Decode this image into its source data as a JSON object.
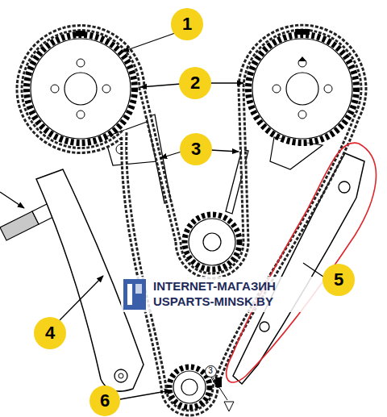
{
  "diagram": {
    "nodes": [
      {
        "text": [
          "1"
        ]
      },
      {
        "text": [
          "2"
        ]
      },
      {
        "text": [
          "3"
        ]
      },
      {
        "text": [
          "4"
        ]
      },
      {
        "text": [
          "5"
        ]
      },
      {
        "text": [
          "6"
        ]
      },
      {
        "text": [
          "3"
        ]
      }
    ],
    "labels": [
      "INTERNET-МАГАЗИН",
      "USPARTS-MINSK.BY"
    ]
  }
}
